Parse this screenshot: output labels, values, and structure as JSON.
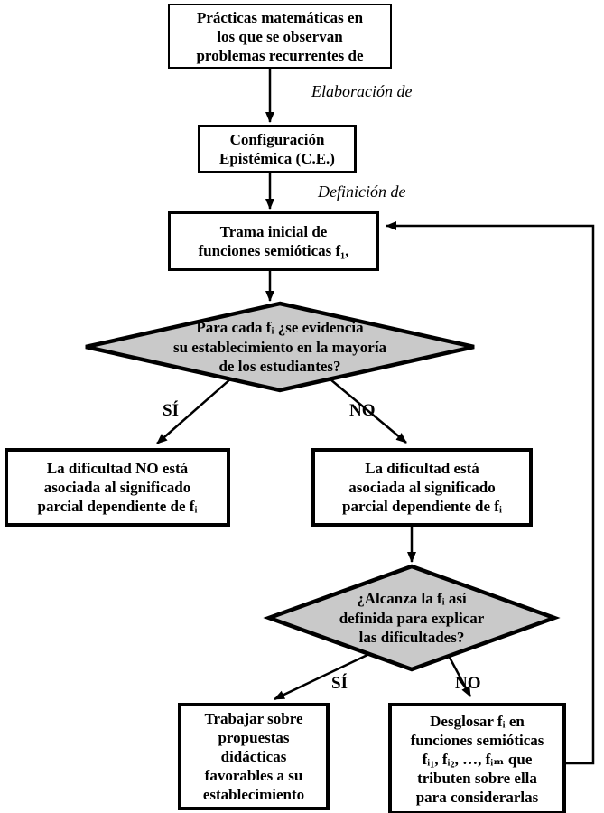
{
  "diagram": {
    "background": "#ffffff",
    "line_color": "#000000",
    "diamond_fill": "#c9c9c9",
    "box_border_color": "#000000",
    "nodes": {
      "practicas": "Prácticas matemáticas en\nlos que se observan\nproblemas recurrentes de",
      "configuracion": "Configuración\nEpistémica (C.E.)",
      "trama": "Trama inicial de\nfunciones semióticas f₁,",
      "decision1": "Para cada fᵢ ¿se evidencia\nsu establecimiento en la mayoría\nde los estudiantes?",
      "dificultad_no": "La dificultad NO está\nasociada al significado\nparcial dependiente de fᵢ",
      "dificultad_si": "La dificultad está\nasociada al significado\nparcial dependiente de fᵢ",
      "decision2": "¿Alcanza la fᵢ así\ndefinida para explicar\nlas dificultades?",
      "trabajar": "Trabajar sobre\npropuestas\ndidácticas\nfavorables a su\nestablecimiento",
      "desglosar": "Desglosar fᵢ en\nfunciones semióticas\nfᵢ₁, fᵢ₂, …, fᵢₘ que\ntributen sobre ella\npara considerarlas"
    },
    "edge_labels": {
      "elaboracion": "Elaboración de",
      "definicion": "Definición de",
      "decision1_yes": "SÍ",
      "decision1_no": "NO",
      "decision2_yes": "SÍ",
      "decision2_no": "NO"
    }
  }
}
